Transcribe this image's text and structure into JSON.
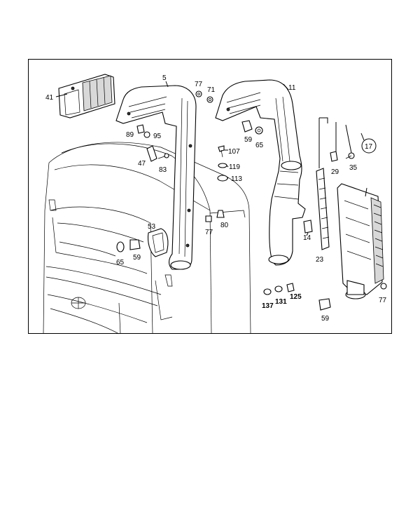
{
  "diagram": {
    "part_numbers": [
      "5",
      "11",
      "14",
      "17",
      "23",
      "29",
      "35",
      "41",
      "47",
      "53",
      "59",
      "65",
      "71",
      "77",
      "80",
      "83",
      "89",
      "95",
      "107",
      "113",
      "119",
      "125",
      "131",
      "137"
    ],
    "callouts": {
      "p5": "5",
      "p11": "11",
      "p14": "14",
      "p17": "17",
      "p23": "23",
      "p29": "29",
      "p35": "35",
      "p41": "41",
      "p47": "47",
      "p53": "53",
      "p59a": "59",
      "p59b": "59",
      "p59c": "59",
      "p65a": "65",
      "p65b": "65",
      "p71": "71",
      "p77a": "77",
      "p77b": "77",
      "p77c": "77",
      "p80": "80",
      "p83": "83",
      "p89": "89",
      "p95": "95",
      "p107": "107",
      "p113": "113",
      "p119": "119",
      "p125": "125",
      "p131": "131",
      "p137": "137"
    }
  }
}
